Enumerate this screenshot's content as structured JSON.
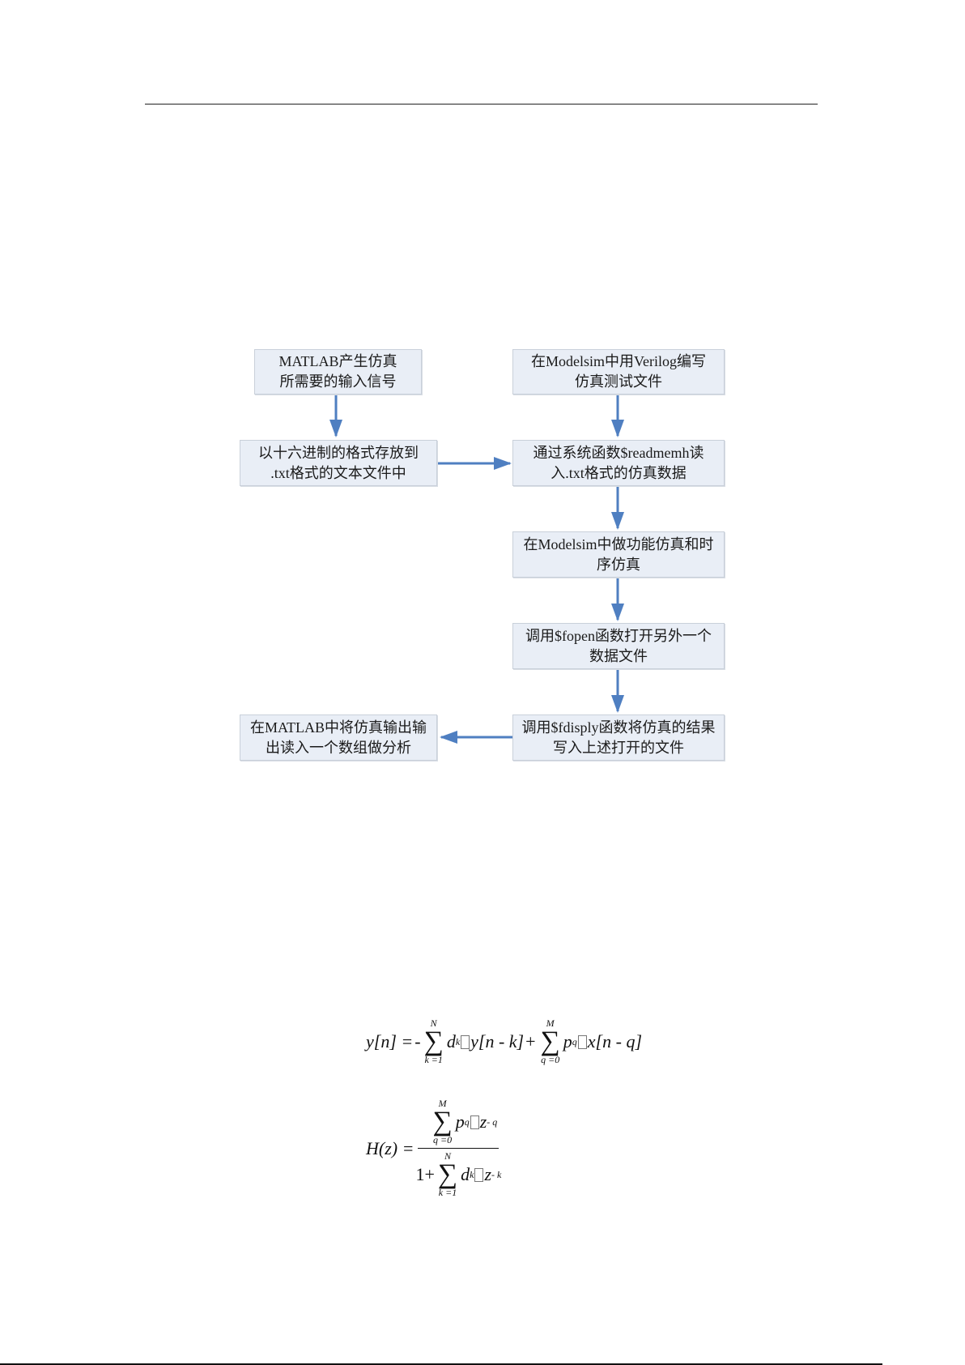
{
  "page": {
    "flowchart": {
      "nodes": [
        {
          "id": "n1",
          "lines": [
            "MATLAB产生仿真",
            "所需要的输入信号"
          ]
        },
        {
          "id": "n2",
          "lines": [
            "以十六进制的格式存放到",
            ".txt格式的文本文件中"
          ]
        },
        {
          "id": "n3",
          "lines": [
            "在Modelsim中用Verilog编写",
            "仿真测试文件"
          ]
        },
        {
          "id": "n4",
          "lines": [
            "通过系统函数$readmemh读",
            "入.txt格式的仿真数据"
          ]
        },
        {
          "id": "n5",
          "lines": [
            "在Modelsim中做功能仿真和时",
            "序仿真"
          ]
        },
        {
          "id": "n6",
          "lines": [
            "调用$fopen函数打开另外一个",
            "数据文件"
          ]
        },
        {
          "id": "n7",
          "lines": [
            "调用$fdisply函数将仿真的结果",
            "写入上述打开的文件"
          ]
        },
        {
          "id": "n8",
          "lines": [
            "在MATLAB中将仿真输出输",
            "出读入一个数组做分析"
          ]
        }
      ],
      "edges": [
        {
          "from": "n1",
          "to": "n2"
        },
        {
          "from": "n2",
          "to": "n4"
        },
        {
          "from": "n3",
          "to": "n4"
        },
        {
          "from": "n4",
          "to": "n5"
        },
        {
          "from": "n5",
          "to": "n6"
        },
        {
          "from": "n6",
          "to": "n7"
        },
        {
          "from": "n7",
          "to": "n8"
        }
      ],
      "colors": {
        "box_fill": "#E9EEF6",
        "box_border": "#c9d0da",
        "arrow": "#4F7FC1"
      }
    },
    "equations": {
      "eq1": {
        "lhs": "y[n] =",
        "minus": "-",
        "sum1": {
          "upper": "N",
          "lower": "k =1"
        },
        "term1": "d",
        "term1_sub": "k",
        "term1_rest": "y[n - k]",
        "plus": "+",
        "sum2": {
          "upper": "M",
          "lower": "q =0"
        },
        "term2": "p",
        "term2_sub": "q",
        "term2_rest": "x[n - q]"
      },
      "eq2": {
        "lhs": "H(z) =",
        "num": {
          "upper": "M",
          "lower": "q =0",
          "term": "p",
          "sub": "q",
          "rest": "z",
          "exp": "- q"
        },
        "den": {
          "one": "1+",
          "upper": "N",
          "lower": "k =1",
          "term": "d",
          "sub": "k",
          "rest": "z",
          "exp": "- k"
        }
      }
    }
  }
}
